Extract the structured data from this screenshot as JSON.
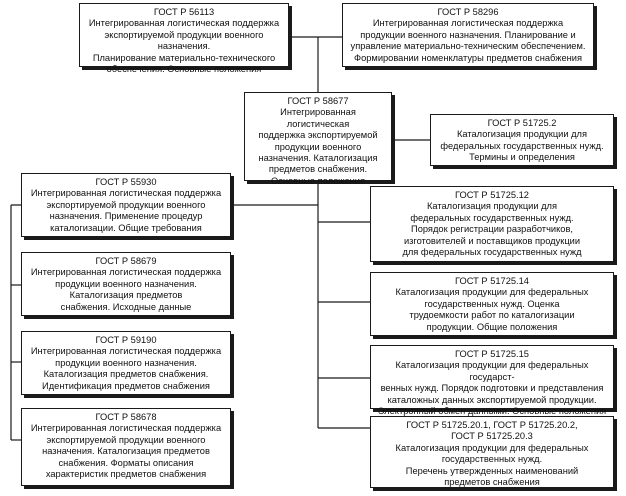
{
  "boxes": {
    "top_left": {
      "code": "ГОСТ Р 56113",
      "text": "Интегрированная логистическая поддержка\nэкспортируемой продукции военного назначения.\nПланирование материально-технического\nобеспечения. Основные положения"
    },
    "top_right": {
      "code": "ГОСТ Р 58296",
      "text": "Интегрированная логистическая поддержка\nпродукции военного назначения. Планирование и\nуправление материально-техническим обеспечением.\nФормировании номенклатуры предметов снабжения"
    },
    "center": {
      "code": "ГОСТ Р 58677",
      "text": "Интегрированная логистическая\nподдержка экспортируемой\nпродукции военного\nназначения. Каталогизация\nпредметов снабжения.\nОсновные положения"
    },
    "right_1": {
      "code": "ГОСТ Р 51725.2",
      "text": "Каталогизация продукции для\nфедеральных государственных нужд.\nТермины и определения"
    },
    "left_1": {
      "code": "ГОСТ Р 55930",
      "text": "Интегрированная логистическая поддержка\nэкспортируемой продукции военного\nназначения. Применение процедур\nкаталогизации. Общие требования"
    },
    "left_2": {
      "code": "ГОСТ Р 58679",
      "text": "Интегрированная логистическая поддержка\nпродукции военного назначения.\nКаталогизация предметов\nснабжения. Исходные данные"
    },
    "left_3": {
      "code": "ГОСТ Р 59190",
      "text": "Интегрированная логистическая поддержка\nпродукции военного назначения.\nКаталогизация предметов снабжения.\nИдентификация предметов снабжения"
    },
    "left_4": {
      "code": "ГОСТ Р 58678",
      "text": "Интегрированная логистическая поддержка\nэкспортируемой продукции военного\nназначения. Каталогизация предметов\nснабжения. Форматы описания\nхарактеристик предметов снабжения"
    },
    "right_2": {
      "code": "ГОСТ Р 51725.12",
      "text": "Каталогизация продукции для\nфедеральных государственных нужд.\nПорядок регистрации разработчиков,\nизготовителей и поставщиков продукции\nдля федеральных государственных нужд"
    },
    "right_3": {
      "code": "ГОСТ Р 51725.14",
      "text": "Каталогизация продукции для федеральных\nгосударственных нужд. Оценка\nтрудоемкости работ по каталогизации\nпродукции. Общие положения"
    },
    "right_4": {
      "code": "ГОСТ Р 51725.15",
      "text": "Каталогизация продукции для федеральных государст-\nвенных нужд.  Порядок подготовки и представления\nкаталожных данных экспортируемой продукции.\nЭлектронный обмен данными. Основные положения"
    },
    "right_5": {
      "code": "ГОСТ Р 51725.20.1, ГОСТ Р 51725.20.2,\nГОСТ Р 51725.20.3",
      "text": "Каталогизация продукции для федеральных\nгосударственных нужд.\nПеречень утвержденных наименований\nпредметов снабжения"
    }
  }
}
